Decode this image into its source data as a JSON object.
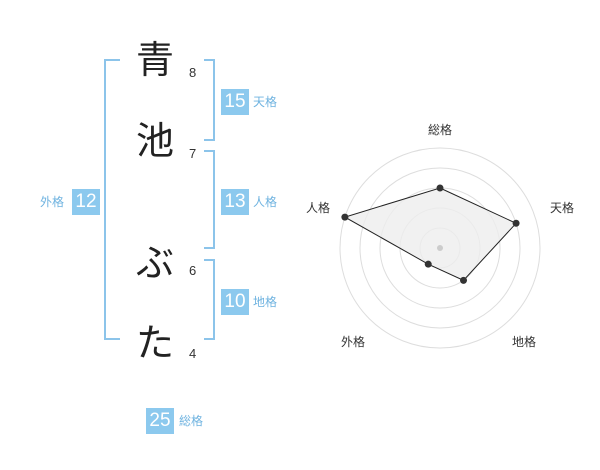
{
  "name": {
    "characters": [
      {
        "char": "青",
        "strokes": "8"
      },
      {
        "char": "池",
        "strokes": "7"
      },
      {
        "char": "ぶ",
        "strokes": "6"
      },
      {
        "char": "た",
        "strokes": "4"
      }
    ]
  },
  "scores": {
    "tenkaku": {
      "value": "15",
      "label": "天格"
    },
    "jinkaku": {
      "value": "13",
      "label": "人格"
    },
    "chikaku": {
      "value": "10",
      "label": "地格"
    },
    "gaikaku": {
      "value": "12",
      "label": "外格"
    },
    "soukaku": {
      "value": "25",
      "label": "総格"
    }
  },
  "radar": {
    "axes": [
      "総格",
      "天格",
      "地格",
      "外格",
      "人格"
    ],
    "values": [
      3,
      4,
      2,
      1,
      5
    ],
    "max": 5,
    "colors": {
      "ring": "#dddddd",
      "fill": "#eeeeee",
      "line": "#222222",
      "point": "#333333",
      "center": "#cccccc"
    }
  },
  "colors": {
    "accent": "#8cc9ee",
    "bracket": "#8cc4ea"
  }
}
